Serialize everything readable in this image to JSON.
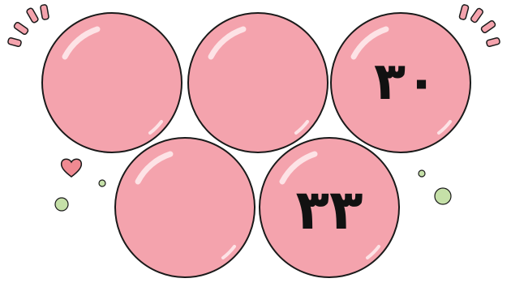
{
  "colors": {
    "background": "#ffffff",
    "bubble_fill": "#f4a3ad",
    "bubble_stroke": "#1a1a1a",
    "highlight": "#fde3e6",
    "dash": "#f4a3ad",
    "heart": "#f08a92",
    "dot_green": "#c5e0a8",
    "dot_pink": "#f4a3ad"
  },
  "bubbles": [
    {
      "name": "bubble-top-left",
      "label": ""
    },
    {
      "name": "bubble-top-middle",
      "label": ""
    },
    {
      "name": "bubble-top-right",
      "label": "٣٠"
    },
    {
      "name": "bubble-bottom-left",
      "label": ""
    },
    {
      "name": "bubble-bottom-right",
      "label": "٣٣"
    }
  ],
  "decorations": [
    "burst-dashes-left",
    "burst-dashes-right",
    "heart-icon",
    "confetti-dots"
  ]
}
